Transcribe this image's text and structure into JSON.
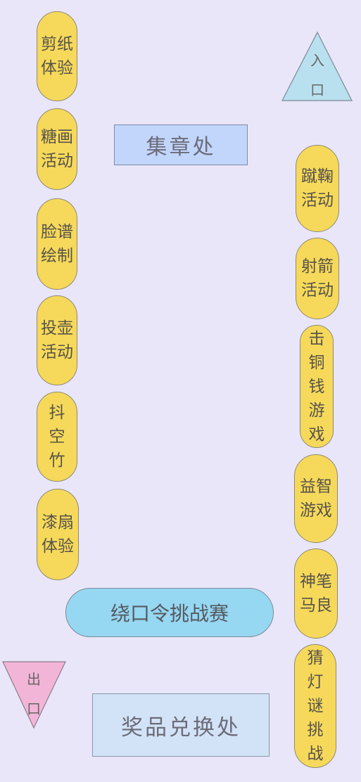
{
  "stations_left": [
    {
      "id": "jianzhi",
      "lines": [
        "剪纸",
        "体验"
      ]
    },
    {
      "id": "tanghua",
      "lines": [
        "糖画",
        "活动"
      ]
    },
    {
      "id": "lianpu",
      "lines": [
        "脸谱",
        "绘制"
      ]
    },
    {
      "id": "touhu",
      "lines": [
        "投壶",
        "活动"
      ]
    },
    {
      "id": "doukongzhu",
      "lines": [
        "抖",
        "空",
        "竹"
      ]
    },
    {
      "id": "qishan",
      "lines": [
        "漆扇",
        "体验"
      ]
    }
  ],
  "stations_right": [
    {
      "id": "cuju",
      "lines": [
        "蹴鞠",
        "活动"
      ]
    },
    {
      "id": "shejian",
      "lines": [
        "射箭",
        "活动"
      ]
    },
    {
      "id": "jitongqian",
      "lines": [
        "击",
        "铜",
        "钱",
        "游",
        "戏"
      ]
    },
    {
      "id": "yizhi",
      "lines": [
        "益智",
        "游戏"
      ]
    },
    {
      "id": "shenbi",
      "lines": [
        "神笔",
        "马良"
      ]
    },
    {
      "id": "caidengmi",
      "lines": [
        "猜",
        "灯",
        "谜",
        "挑",
        "战"
      ]
    }
  ],
  "stamp_station": "集章处",
  "tongue_twister": "绕口令挑战赛",
  "prize_exchange": "奖品兑换处",
  "entrance": {
    "line1": "入",
    "line2": "口"
  },
  "exit": {
    "line1": "出",
    "line2": "口"
  },
  "colors": {
    "background": "#e9e6f9",
    "station": "#f6d95a",
    "stamp_box": "#c2d6fb",
    "prize_box": "#d3e3f7",
    "tongue_pill": "#96d7f2",
    "entrance": "#b9e0ee",
    "exit": "#f2b5d8"
  }
}
